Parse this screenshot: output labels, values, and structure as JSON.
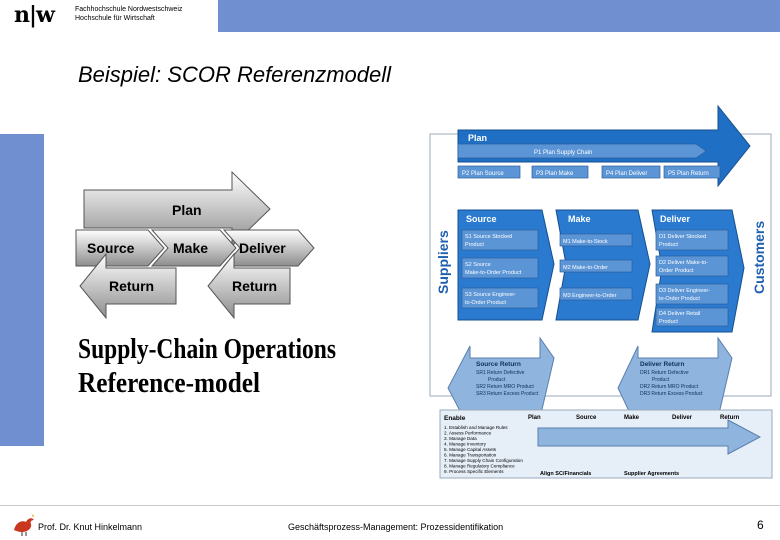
{
  "header": {
    "logo_mark": "n|w",
    "school_line1": "Fachhochschule Nordwestschweiz",
    "school_line2": "Hochschule für Wirtschaft"
  },
  "slide": {
    "title": "Beispiel: SCOR Referenzmodell"
  },
  "scor_logo": {
    "plan": "Plan",
    "source": "Source",
    "make": "Make",
    "deliver": "Deliver",
    "return_left": "Return",
    "return_right": "Return",
    "wordmark_line1": "Supply-Chain Operations",
    "wordmark_line2": "Reference-model"
  },
  "scor_chart": {
    "suppliers": "Suppliers",
    "customers": "Customers",
    "plan_heading": "Plan",
    "p1": "P1 Plan Supply Chain",
    "p2": "P2 Plan Source",
    "p3": "P3 Plan Make",
    "p4": "P4 Plan Deliver",
    "p5": "P5 Plan Return",
    "source_heading": "Source",
    "make_heading": "Make",
    "deliver_heading": "Deliver",
    "s1a": "S1 Source Stocked",
    "s1b": "Product",
    "s2a": "S2 Source",
    "s2b": "Make-to-Order Product",
    "s3a": "S3 Source Engineer-",
    "s3b": "to-Order Product",
    "m1": "M1 Make-to-Stock",
    "m2": "M2 Make-to-Order",
    "m3": "M3 Engineer-to-Order",
    "d1a": "D1 Deliver Stocked",
    "d1b": "Product",
    "d2a": "D2 Deliver Make-to-",
    "d2b": "Order Product",
    "d3a": "D3 Deliver Engineer-",
    "d3b": "to-Order Product",
    "d4a": "D4 Deliver Retail",
    "d4b": "Product",
    "source_return": "Source Return",
    "sr1a": "SR1 Return Defective",
    "sr1b": "Product",
    "sr2": "SR2 Return MRO Product",
    "sr3": "SR3 Return Excess Product",
    "deliver_return": "Deliver Return",
    "dr1a": "DR1 Return Defective",
    "dr1b": "Product",
    "dr2": "DR2 Return MRO Product",
    "dr3": "DR3 Return Excess Product",
    "enable": "Enable",
    "enable_cols": [
      "Plan",
      "Source",
      "Make",
      "Deliver",
      "Return"
    ],
    "enable_items": [
      "1. Establish and Manage Rules",
      "2. Assess Performance",
      "3. Manage Data",
      "4. Manage Inventory",
      "5. Manage Capital Assets",
      "6. Manage Transportation",
      "7. Manage Supply Chain Configuration",
      "8. Manage Regulatory Compliance",
      "9. Process Specific Elements"
    ],
    "align": "Align SC/Financials",
    "agreements": "Supplier Agreements"
  },
  "footer": {
    "author": "Prof. Dr. Knut Hinkelmann",
    "topic": "Geschäftsprozess-Management: Prozessidentifikation",
    "page": "6"
  },
  "colors": {
    "accent_blue": "#6f8fd0",
    "chart_blue": "#1f6fc5",
    "chart_light": "#8fb4de"
  }
}
